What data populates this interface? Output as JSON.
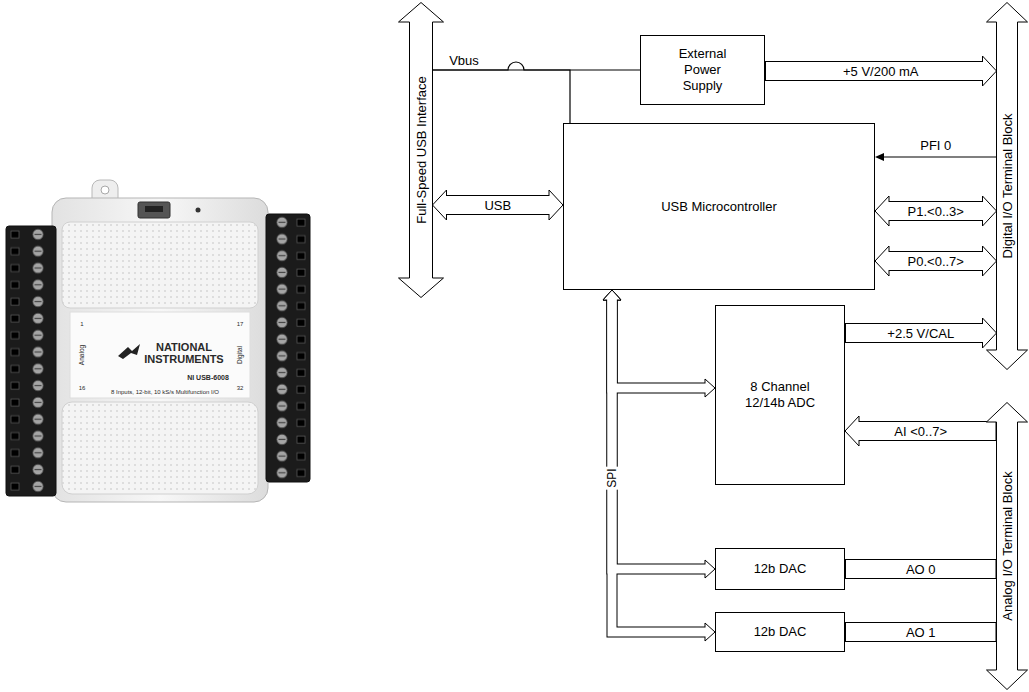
{
  "diagram": {
    "nodes": [
      {
        "text": [
          "Full-Speed USB Interface"
        ]
      },
      {
        "text": [
          "External Power Supply"
        ]
      },
      {
        "text": [
          "Digital I/O Terminal Block"
        ]
      },
      {
        "text": [
          "USB Microcontroller"
        ]
      },
      {
        "text": [
          "8 Channel 12/14b ADC"
        ]
      },
      {
        "text": [
          "Analog I/O Terminal Block"
        ]
      },
      {
        "text": [
          "12b DAC"
        ]
      },
      {
        "text": [
          "12b DAC"
        ]
      }
    ],
    "edges": [
      {
        "from": 0,
        "to": 1,
        "arrow": "none",
        "label": "Vbus"
      },
      {
        "from": 0,
        "to": 3,
        "arrow": "none"
      },
      {
        "from": 0,
        "to": 3,
        "arrow": "both",
        "label": "USB"
      },
      {
        "from": 1,
        "to": 2,
        "arrow": "to",
        "label": "+5 V/200 mA"
      },
      {
        "from": 2,
        "to": 3,
        "arrow": "to",
        "label": "PFI 0"
      },
      {
        "from": 3,
        "to": 2,
        "arrow": "both",
        "label": "P1.<0..3>"
      },
      {
        "from": 3,
        "to": 2,
        "arrow": "both",
        "label": "P0.<0..7>"
      },
      {
        "from": 4,
        "to": 2,
        "arrow": "to",
        "label": "+2.5 V/CAL"
      },
      {
        "from": 5,
        "to": 4,
        "arrow": "to",
        "label": "AI <0..7>"
      },
      {
        "from": 3,
        "to": 4,
        "arrow": "both",
        "label": "SPI"
      },
      {
        "from": 3,
        "to": 6,
        "arrow": "both"
      },
      {
        "from": 3,
        "to": 7,
        "arrow": "both"
      },
      {
        "from": 6,
        "to": 5,
        "arrow": "none",
        "label": "AO 0"
      },
      {
        "from": 7,
        "to": 5,
        "arrow": "none",
        "label": "AO 1"
      }
    ],
    "labels": [
      "NATIONAL INSTRUMENTS",
      "NI USB-6008",
      "8 Inputs, 12-bit, 10 kS/s Multifunction I/O",
      "Analog",
      "Digital",
      "1",
      "16",
      "17",
      "32"
    ]
  }
}
